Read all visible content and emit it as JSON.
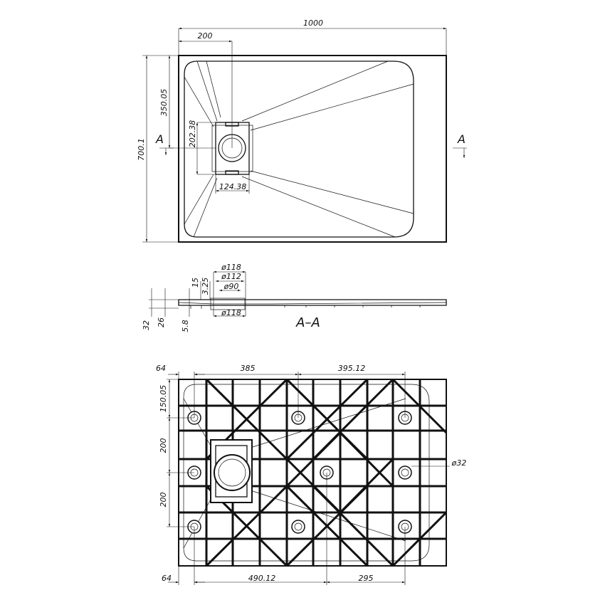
{
  "top_view": {
    "width_label": "1000",
    "drain_offset_label": "200",
    "drain_y_label": "350.05",
    "height_label": "700.1",
    "drain_box_h_label": "202.38",
    "drain_box_w_label": "124.38",
    "section_marker_left": "A",
    "section_marker_right": "A"
  },
  "section_view": {
    "title": "A–A",
    "d118_top": "ø118",
    "d112": "ø112",
    "d90": "ø90",
    "d118_bottom": "ø118",
    "h15": "15",
    "h3_25": "3.25",
    "h32": "32",
    "h26": "26",
    "h5_8": "5.8"
  },
  "bottom_view": {
    "left_margin_top": "64",
    "span_385": "385",
    "span_395": "395.12",
    "first_row_offset": "150.05",
    "row_200_a": "200",
    "row_200_b": "200",
    "foot_diameter": "ø32",
    "left_margin_bottom": "64",
    "span_490": "490.12",
    "span_295": "295"
  }
}
